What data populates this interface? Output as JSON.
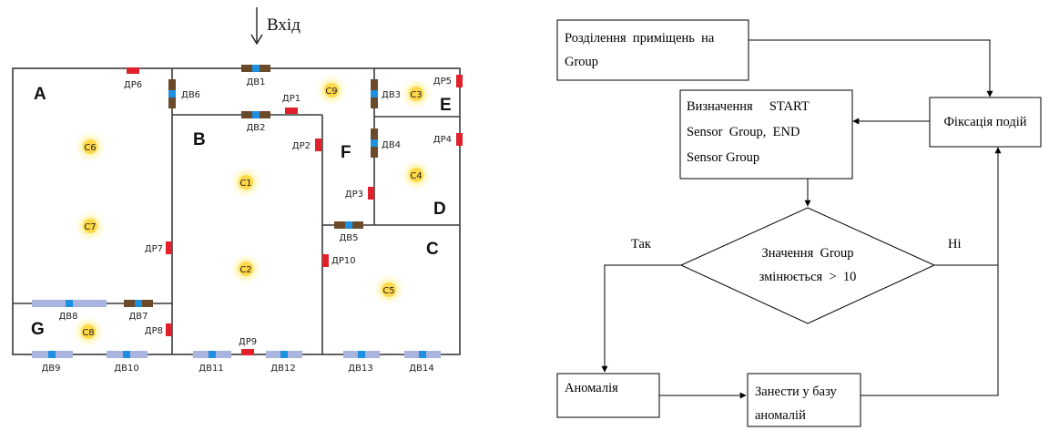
{
  "floor_plan": {
    "entrance_label": "Вхід",
    "rooms": {
      "A": "A",
      "B": "B",
      "C": "C",
      "D": "D",
      "E": "E",
      "F": "F",
      "G": "G"
    },
    "doors": {
      "dv1": "ДВ1",
      "dv2": "ДВ2",
      "dv3": "ДВ3",
      "dv4": "ДВ4",
      "dv5": "ДВ5",
      "dv6": "ДВ6",
      "dv7": "ДВ7",
      "dv8": "ДВ8",
      "dv9": "ДВ9",
      "dv10": "ДВ10",
      "dv11": "ДВ11",
      "dv12": "ДВ12",
      "dv13": "ДВ13",
      "dv14": "ДВ14"
    },
    "motion_sensors": {
      "dr1": "ДР1",
      "dr2": "ДР2",
      "dr3": "ДР3",
      "dr4": "ДР4",
      "dr5": "ДР5",
      "dr6": "ДР6",
      "dr7": "ДР7",
      "dr8": "ДР8",
      "dr9": "ДР9",
      "dr10": "ДР10"
    },
    "lights": {
      "c1": "C1",
      "c2": "C2",
      "c3": "C3",
      "c4": "C4",
      "c5": "C5",
      "c6": "C6",
      "c7": "C7",
      "c8": "C8",
      "c9": "C9"
    },
    "colors": {
      "wall": "#3a3a3a",
      "door_dark": "#6b4a2a",
      "door_light": "#a9b4df",
      "door_marker": "#1e90e0",
      "sensor": "#e0202a",
      "light_core": "#ffd84a",
      "light_glow": "#fff2a8"
    }
  },
  "flowchart": {
    "box_split": {
      "line1": "Розділення  приміщень  на",
      "line2": "Group"
    },
    "box_define": {
      "line1": "Визначення     START",
      "line2": "Sensor  Group,  END",
      "line3": "Sensor Group"
    },
    "box_fix": {
      "line1": "Фіксація подій"
    },
    "decision": {
      "line1": "Значення  Group",
      "line2": "змінюється  >  10"
    },
    "label_yes": "Так",
    "label_no": "Ні",
    "box_anomaly": {
      "line1": "Аномалія"
    },
    "box_db": {
      "line1": "Занести у базу",
      "line2": "аномалій"
    }
  }
}
